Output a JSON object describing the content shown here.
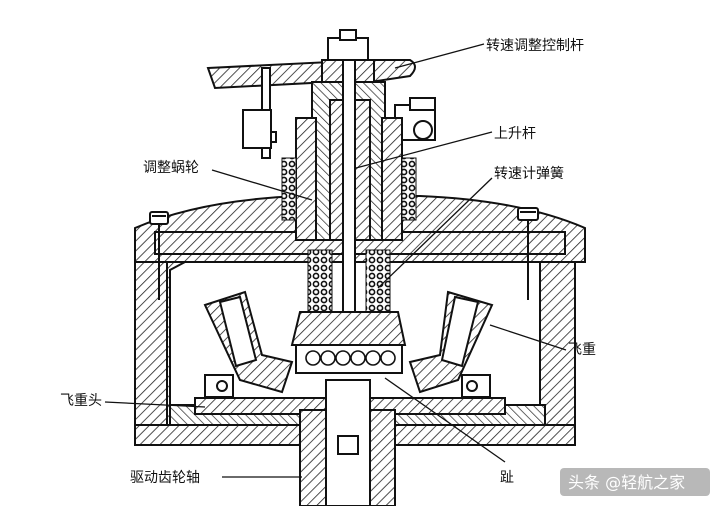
{
  "labels": {
    "speed_control_lever": "转速调整控制杆",
    "lift_rod": "上升杆",
    "adjusting_worm_gear": "调整蜗轮",
    "speeder_spring": "转速计弹簧",
    "flyweight": "飞重",
    "flyweight_head": "飞重头",
    "drive_gear_shaft": "驱动齿轮轴",
    "toe": "趾"
  },
  "watermark": {
    "text": "头条 @轻航之家"
  }
}
